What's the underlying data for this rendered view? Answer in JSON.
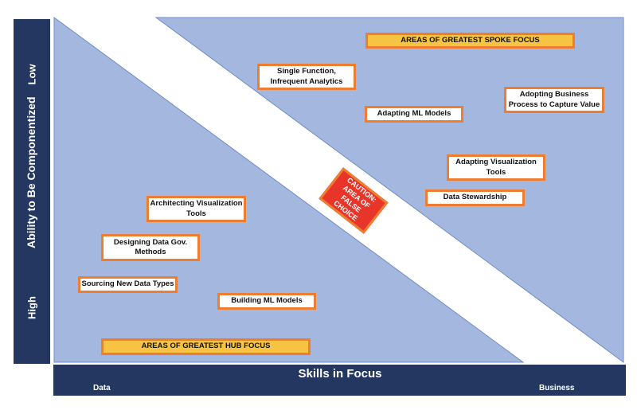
{
  "y_axis": {
    "title": "Ability to Be Componentized",
    "top_label": "Low",
    "bottom_label": "High"
  },
  "x_axis": {
    "title": "Skills in Focus",
    "left_label": "Data",
    "right_label": "Business"
  },
  "zones": {
    "spoke": "AREAS OF GREATEST SPOKE FOCUS",
    "hub": "AREAS OF GREATEST HUB FOCUS",
    "caution": "CAUTION: AREA OF FALSE CHOICE"
  },
  "items": [
    "Single Function, Infrequent Analytics",
    "Adapting ML Models",
    "Adopting Business Process to Capture Value",
    "Adapting Visualization Tools",
    "Data Stewardship",
    "Architecting Visualization Tools",
    "Designing Data Gov. Methods",
    "Sourcing New Data Types",
    "Building ML Models"
  ],
  "colors": {
    "navy": "#243760",
    "triangle": "#a4b7de",
    "orange": "#ed7d31",
    "yellow": "#f6c342",
    "red": "#e8352a"
  }
}
